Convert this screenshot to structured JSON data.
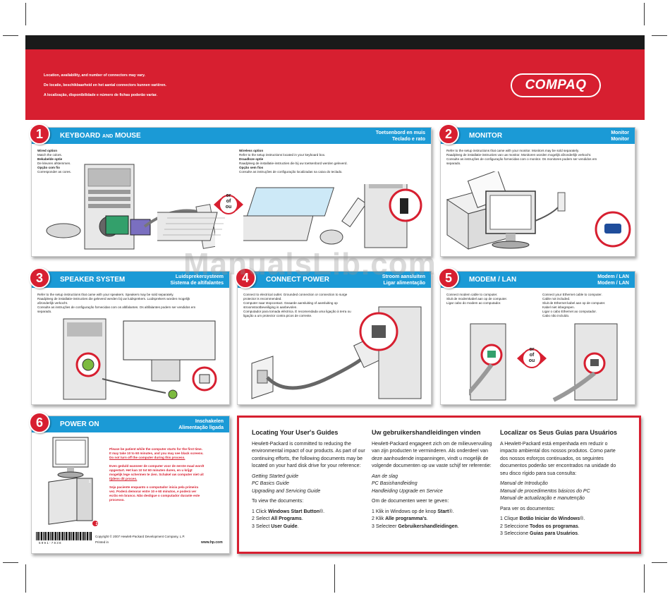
{
  "header": {
    "notes": [
      "Location, availability, and number of connectors may vary.",
      "De locatie, beschikbaarheid en het aantal connectors kunnen variëren.",
      "A localização, disponibilidade e número de fichas poderão variar."
    ],
    "logo": "COMPAQ"
  },
  "badge": {
    "text": [
      "or",
      "of",
      "ou"
    ]
  },
  "panels": {
    "p1": {
      "num": "1",
      "title": "KEYBOARD",
      "title_small": "AND",
      "title2": "MOUSE",
      "right": [
        "Toetsenbord en muis",
        "Teclado e rato"
      ],
      "wired": {
        "t1": "Wired option",
        "d1": "Match the colors.",
        "t2": "Bekabelde optie",
        "d2": "De kleuren afstemmen.",
        "t3": "Opção com fio",
        "d3": "Corresponder as cores."
      },
      "wireless": {
        "t1": "Wireless option",
        "d1": "Refer to the setup instructions located in your keyboard box.",
        "t2": "Draadloze optie",
        "d2": "Raadpleeg de installatie-instructies die bij uw toetsenbord werden geleverd.",
        "t3": "Opção sem fios",
        "d3": "Consulte as instruções de configuração localizadas na caixa do teclado."
      }
    },
    "p2": {
      "num": "2",
      "title": "MONITOR",
      "right": [
        "Monitor",
        "Monitor"
      ],
      "text": [
        "Refer to the setup instructions that came with your monitor. Monitors may be sold separately.",
        "Raadpleeg de installatie-instructies van uw monitor. Monitoren worden mogelijk afzonderlijk verkocht.",
        "Consulte as instruções de configuração fornecidas com o monitor. Os monitores podem ser vendidos em separado."
      ]
    },
    "p3": {
      "num": "3",
      "title": "SPEAKER SYSTEM",
      "right": [
        "Luidsprekersysteem",
        "Sistema de altifalantes"
      ],
      "text": [
        "Refer to the setup instructions that came with your speakers. Speakers may be sold separately.",
        "Raadpleeg de installatie-instructies die geleverd werden bij uw luidsprekers. Luidsprekers worden mogelijk afzonderlijk verkocht.",
        "Consulte as instruções de configuração fornecidas com os altifalantes. Os altifalantes podem ser vendidos em separado."
      ]
    },
    "p4": {
      "num": "4",
      "title": "CONNECT POWER",
      "right": [
        "Stroom aansluiten",
        "Ligar alimentação"
      ],
      "text": [
        "Connect to electrical outlet. Grounded connection or connection to surge protector is recommended.",
        "Computer naar stopcontact. Geaarde aansluiting of aansluiting op stroomstootbeveiliging is aanbevolen.",
        "Computador para tomada eléctrica. É recomendada uma ligação à terra ou ligação a um protector contra picos de corrente."
      ]
    },
    "p5": {
      "num": "5",
      "title": "MODEM / LAN",
      "right": [
        "Modem / LAN",
        "Modem / LAN"
      ],
      "left_text": [
        "Connect modem cable to computer.",
        "Sluit de modemkabel aan op de computer.",
        "Ligar cabo do modem ao computador."
      ],
      "right_text": [
        "Connect your Ethernet cable to computer.",
        "Cable not included.",
        "Sluit de Ethernet kabel aan op de computer.",
        "Kabel niet inbegrepen.",
        "Ligar o cabo Ethernet ao computador.",
        "Cabo não incluído."
      ]
    },
    "p6": {
      "num": "6",
      "title": "POWER ON",
      "right": [
        "Inschakelen",
        "Alimentação ligada"
      ],
      "warn1": [
        "Please be patient while the computer starts for the first time.",
        "It may take 10 to 60 minutes, and you may see black screens.",
        "Do not turn off the computer during this process."
      ],
      "warn2": [
        "Even geduld wanneer de computer voor de eerste maal wordt",
        "opgestart. Het kan 10 tot 60 minuten duren, en u krijgt",
        "mogelijk lege schermen te zien. Schakel uw computer niet uit",
        "tijdens dit proces."
      ],
      "warn3": [
        "Seja paciente enquanto o computador inicia pela primeira",
        "vez. Poderá demorar entre 10 e 60 minutos, e poderá ver",
        "ecrãs em branco. Não desligue o computador durante este",
        "processo."
      ],
      "callout1": "1",
      "callout2": "2",
      "copyright": "Copyright © 2007 Hewlett-Packard Development Company, L.P.",
      "printed": "Printed in",
      "web": "www.hp.com",
      "barcode_num": "5 9 9 1 - 7 8 3 8"
    }
  },
  "guides": {
    "en": {
      "title": "Locating Your User's Guides",
      "intro": "Hewlett-Packard is committed to reducing the environmental impact of our products. As part of our continuing efforts, the following documents may be located on your hard disk drive for your reference:",
      "items": [
        "Getting Started guide",
        "PC Basics Guide",
        "Upgrading and Servicing Guide"
      ],
      "view": "To view the documents:",
      "s1a": "1 Click ",
      "s1b": "Windows Start Button",
      "s1c": "®.",
      "s2a": "2 Select ",
      "s2b": "All Programs",
      "s2c": ".",
      "s3a": "3 Select ",
      "s3b": "User Guide",
      "s3c": "."
    },
    "nl": {
      "title": "Uw gebruikershandleidingen vinden",
      "intro": "Hewlett-Packard engageert zich om de milieuvervuiling van zijn producten te verminderen. Als onderdeel van deze aanhoudende inspanningen, vindt u mogelijk de volgende documenten op uw vaste schijf ter referentie:",
      "items": [
        "Aan de slag",
        "PC Basishandleiding",
        "Handleiding Upgrade en Service"
      ],
      "view": "Om de documenten weer te geven:",
      "s1a": "1 Klik in Windows op de knop ",
      "s1b": "Start",
      "s1c": "®.",
      "s2a": "2 Klik ",
      "s2b": "Alle programma's",
      "s2c": ".",
      "s3a": "3 Selecteer ",
      "s3b": "Gebruikershandleidingen",
      "s3c": "."
    },
    "pt": {
      "title": "Localizar os Seus Guias para Usuários",
      "intro": "A Hewlett-Packard está empenhada em reduzir o impacto ambiental dos nossos produtos. Como parte dos nossos esforços continuados, os seguintes documentos poderão ser encontrados na unidade do seu disco rígido para sua consulta:",
      "items": [
        "Manual de Introdução",
        "Manual de procedimentos básicos do PC",
        "Manual de actualização e manutenção"
      ],
      "view": "Para ver os documentos:",
      "s1a": "1 Clique ",
      "s1b": "Botão Iniciar do Windows",
      "s1c": "®.",
      "s2a": "2 Seleccione ",
      "s2b": "Todos os programas",
      "s2c": ".",
      "s3a": "3 Seleccione ",
      "s3b": "Guias para Usuários",
      "s3c": "."
    }
  },
  "watermark": "ManualsLib.com"
}
